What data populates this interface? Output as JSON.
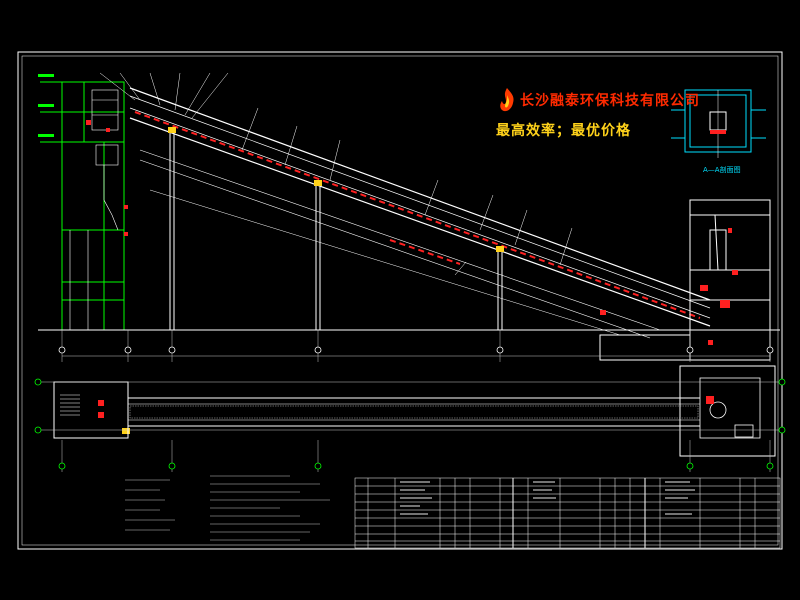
{
  "drawing": {
    "company_name": "长沙融泰环保科技有限公司",
    "slogan": "最高效率；最优价格",
    "section_view_label": "A—A剖面图"
  },
  "colors": {
    "background": "#000000",
    "frame": "#ffffff",
    "structure": "#00ff00",
    "belt_marks": "#ff2020",
    "section_view": "#00e0ff",
    "grid_dim": "#c8c8c8",
    "title_text": "#ff2a00",
    "slogan_text": "#ffd21a"
  },
  "icons": {
    "logo": "company-flame-logo-icon"
  }
}
